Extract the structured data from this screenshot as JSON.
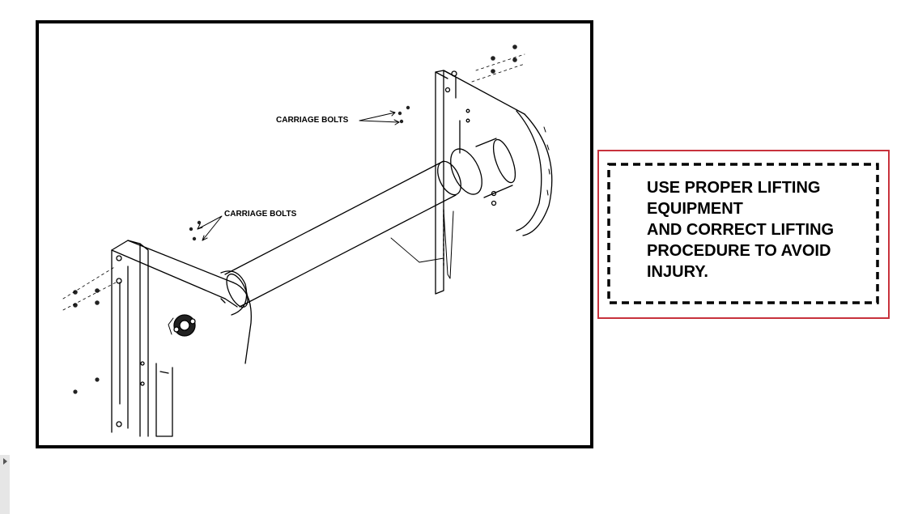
{
  "drawing": {
    "callout_upper": "CARRIAGE BOLTS",
    "callout_lower": "CARRIAGE BOLTS"
  },
  "warning": {
    "lines": [
      "USE PROPER LIFTING",
      "EQUIPMENT",
      "AND CORRECT LIFTING",
      "PROCEDURE TO AVOID",
      "INJURY."
    ],
    "border_color": "#c8323c"
  },
  "icons": {
    "side_handle": "triangle-right-icon"
  }
}
